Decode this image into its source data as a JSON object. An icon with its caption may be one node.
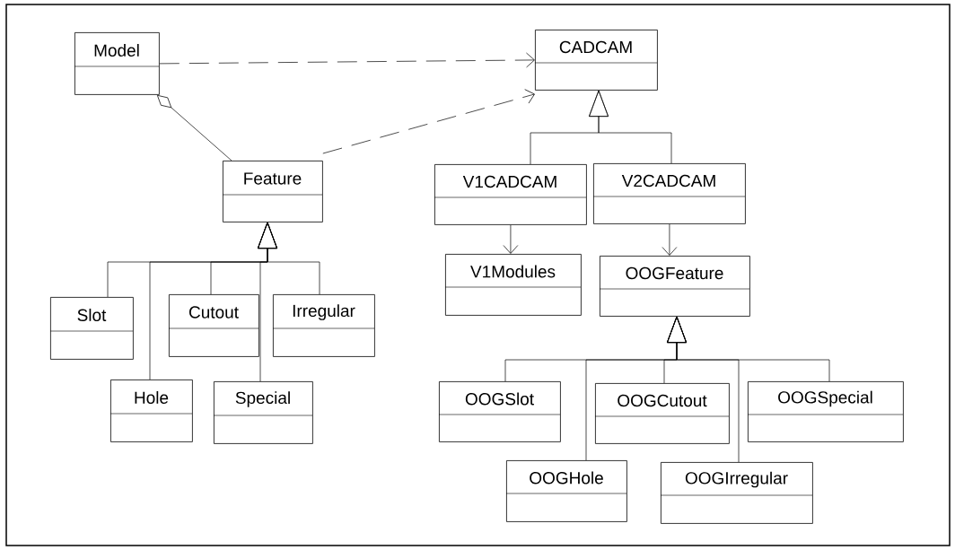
{
  "diagram": {
    "nodes": [
      {
        "text": [
          "Model"
        ]
      },
      {
        "text": [
          "CADCAM"
        ]
      },
      {
        "text": [
          "Feature"
        ]
      },
      {
        "text": [
          "V1CADCAM"
        ]
      },
      {
        "text": [
          "V2CADCAM"
        ]
      },
      {
        "text": [
          "V1Modules"
        ]
      },
      {
        "text": [
          "OOGFeature"
        ]
      },
      {
        "text": [
          "Slot"
        ]
      },
      {
        "text": [
          "Hole"
        ]
      },
      {
        "text": [
          "Cutout"
        ]
      },
      {
        "text": [
          "Irregular"
        ]
      },
      {
        "text": [
          "Special"
        ]
      },
      {
        "text": [
          "OOGSlot"
        ]
      },
      {
        "text": [
          "OOGHole"
        ]
      },
      {
        "text": [
          "OOGCutout"
        ]
      },
      {
        "text": [
          "OOGSpecial"
        ]
      },
      {
        "text": [
          "OOGIrregular"
        ]
      }
    ],
    "edges": [
      {
        "from": 0,
        "to": 1,
        "arrow": "to",
        "style": "dashed"
      },
      {
        "from": 2,
        "to": 0,
        "arrow": "other"
      },
      {
        "from": 2,
        "to": 1,
        "arrow": "to",
        "style": "dashed"
      },
      {
        "from": 3,
        "to": 1,
        "arrow": "to"
      },
      {
        "from": 4,
        "to": 1,
        "arrow": "to"
      },
      {
        "from": 3,
        "to": 5,
        "arrow": "to"
      },
      {
        "from": 4,
        "to": 6,
        "arrow": "to"
      },
      {
        "from": 7,
        "to": 2,
        "arrow": "to"
      },
      {
        "from": 8,
        "to": 2,
        "arrow": "to"
      },
      {
        "from": 9,
        "to": 2,
        "arrow": "to"
      },
      {
        "from": 11,
        "to": 2,
        "arrow": "to"
      },
      {
        "from": 10,
        "to": 2,
        "arrow": "to"
      },
      {
        "from": 12,
        "to": 6,
        "arrow": "to"
      },
      {
        "from": 13,
        "to": 6,
        "arrow": "to"
      },
      {
        "from": 14,
        "to": 6,
        "arrow": "to"
      },
      {
        "from": 16,
        "to": 6,
        "arrow": "to"
      },
      {
        "from": 15,
        "to": 6,
        "arrow": "to"
      }
    ]
  }
}
